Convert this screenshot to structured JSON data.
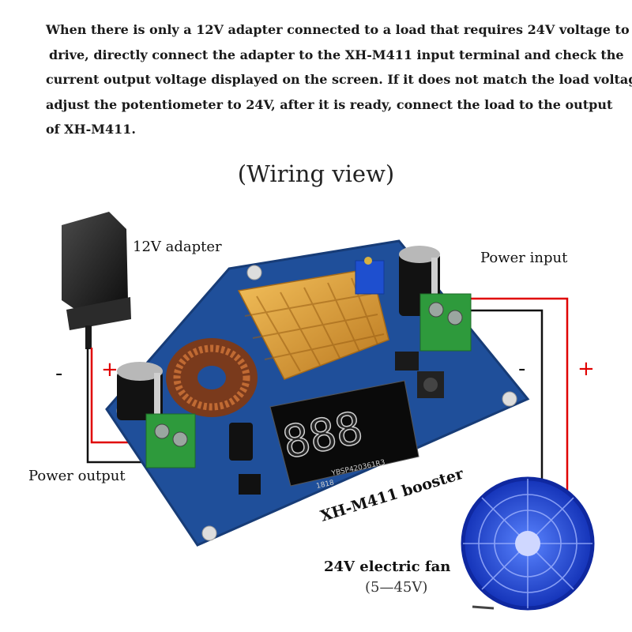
{
  "description": {
    "lines": [
      "When there is only a 12V adapter connected to a load that requires 24V voltage to",
      "drive, directly connect the adapter to the XH-M411 input terminal and check the",
      "current output voltage displayed on the screen. If it does not match the load voltage,",
      "adjust the potentiometer to 24V, after it is ready, connect the load to the output",
      "of XH-M411."
    ]
  },
  "title": "(Wiring view)",
  "labels": {
    "adapter": "12V adapter",
    "power_input": "Power input",
    "power_output": "Power output",
    "booster": "XH-M411 booster",
    "fan": "24V electric fan",
    "fan_range": "(5—45V)",
    "minus_left": "-",
    "plus_left": "+",
    "minus_right": "-",
    "plus_right": "+",
    "display_code": "YBSP420361R3",
    "display_date": "1818"
  },
  "colors": {
    "wire_positive": "#e00000",
    "wire_negative": "#111111",
    "pcb": "#1f4f9a",
    "heatsink": "#e0a23a",
    "terminal": "#2e9a3c",
    "fan": "#1e46d8"
  }
}
